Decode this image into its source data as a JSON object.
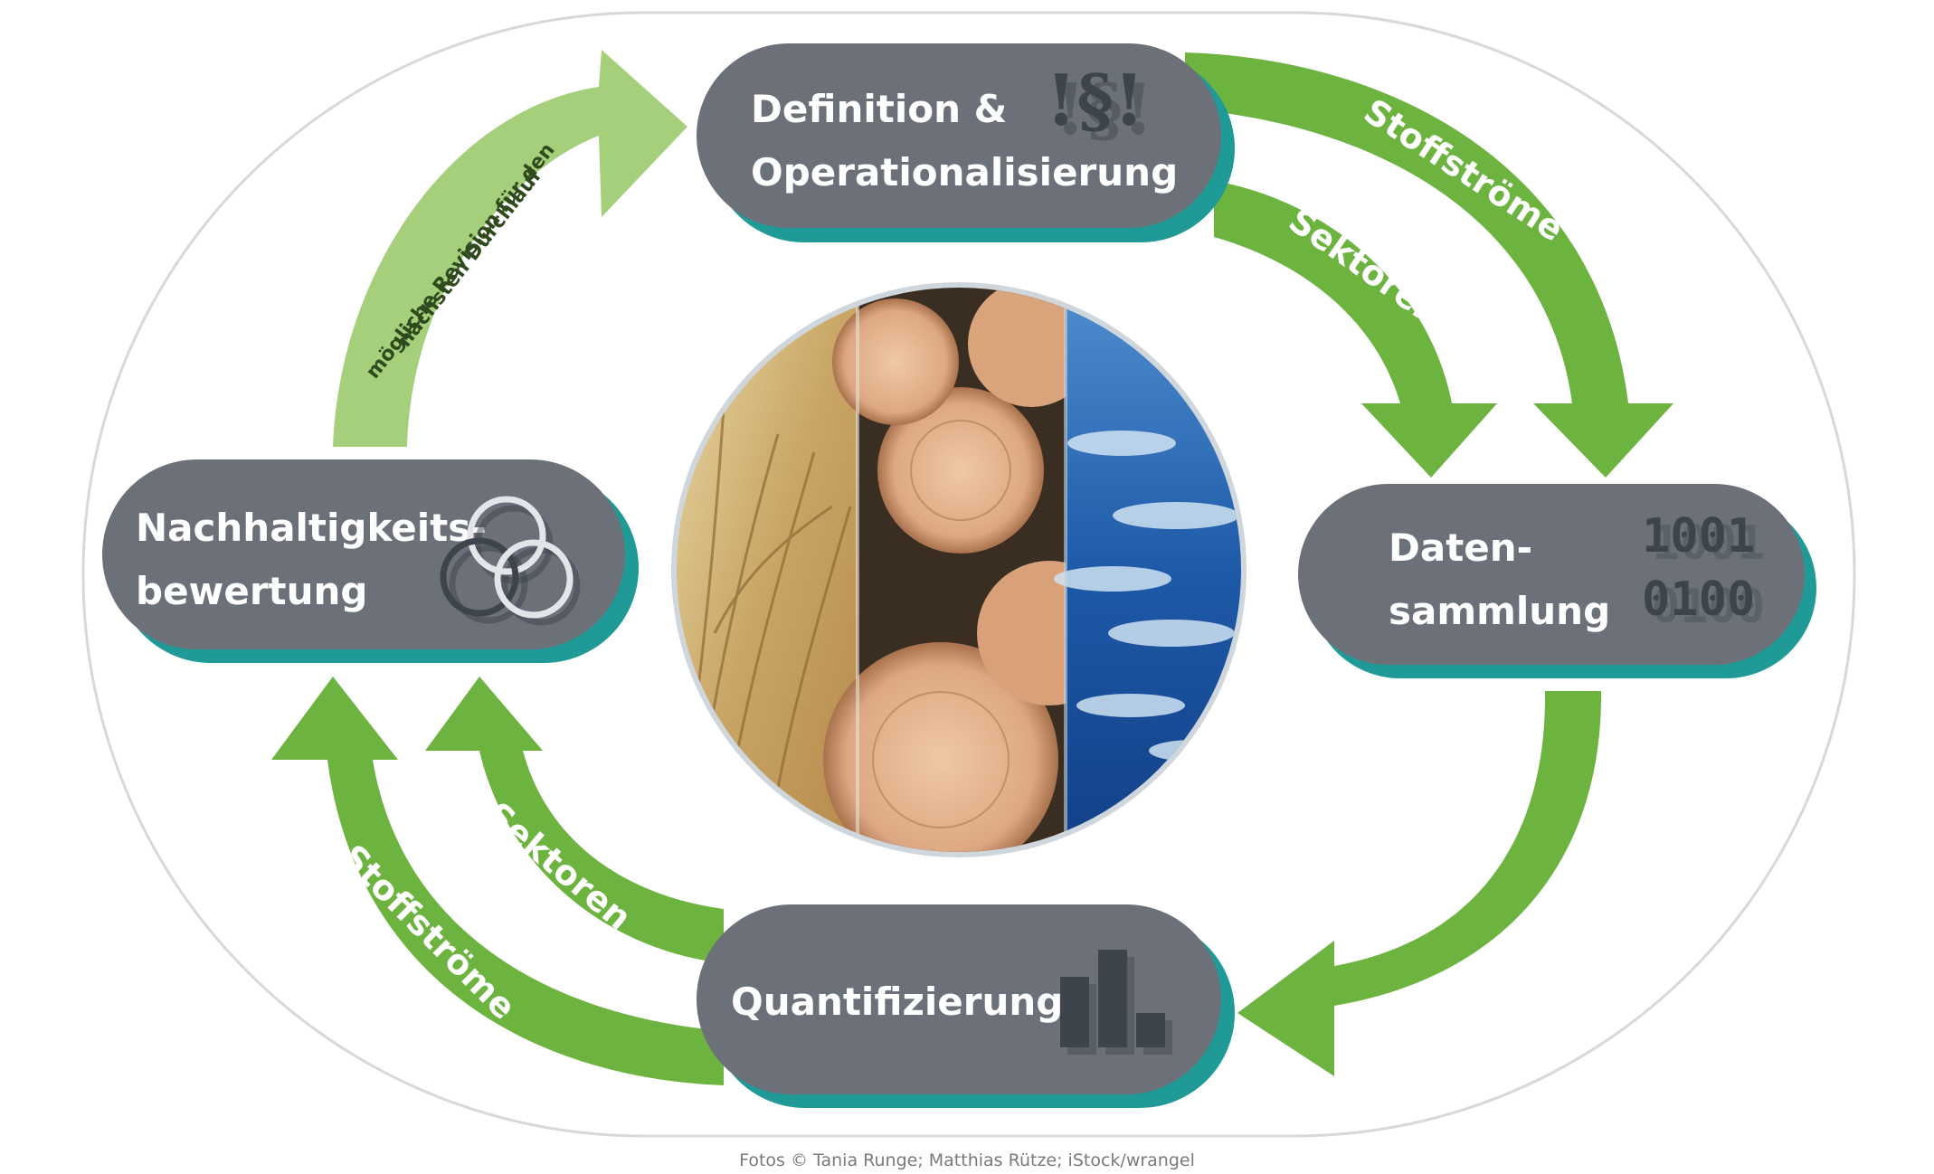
{
  "steps": {
    "definition": {
      "line1": "Definition &",
      "line2": "Operationalisierung",
      "icon": "paragraph-law-icon",
      "icon_text": "!§!"
    },
    "datensammlung": {
      "line1": "Daten-",
      "line2": "sammlung",
      "icon": "binary-data-icon",
      "icon_line1": "1001",
      "icon_line2": "0100"
    },
    "quantifizierung": {
      "label": "Quantifizierung",
      "icon": "bar-chart-icon"
    },
    "nachhaltigkeit": {
      "line1": "Nachhaltigkeits-",
      "line2": "bewertung",
      "icon": "venn-circles-icon"
    }
  },
  "arrows": {
    "top_outer": "Stoffströme",
    "top_inner": "Sektoren",
    "bottom_outer": "Stoffströme",
    "bottom_inner": "Sektoren",
    "revision_line1": "mögliche Revision für den",
    "revision_line2": "nächsten Durchlauf"
  },
  "center_image": {
    "panels": [
      "grain-field-photo",
      "timber-logs-photo",
      "fish-school-photo"
    ]
  },
  "credit": "Fotos © Tania Runge; Matthias Rütze; iStock/wrangel",
  "colors": {
    "arrow_green": "#6cb33f",
    "arrow_light_green": "#a5cf7a",
    "pill_gray": "#6c7179",
    "pill_shadow_teal": "#1f9a96",
    "icon_dark": "#3e444b",
    "outline": "#d6d9dc"
  }
}
